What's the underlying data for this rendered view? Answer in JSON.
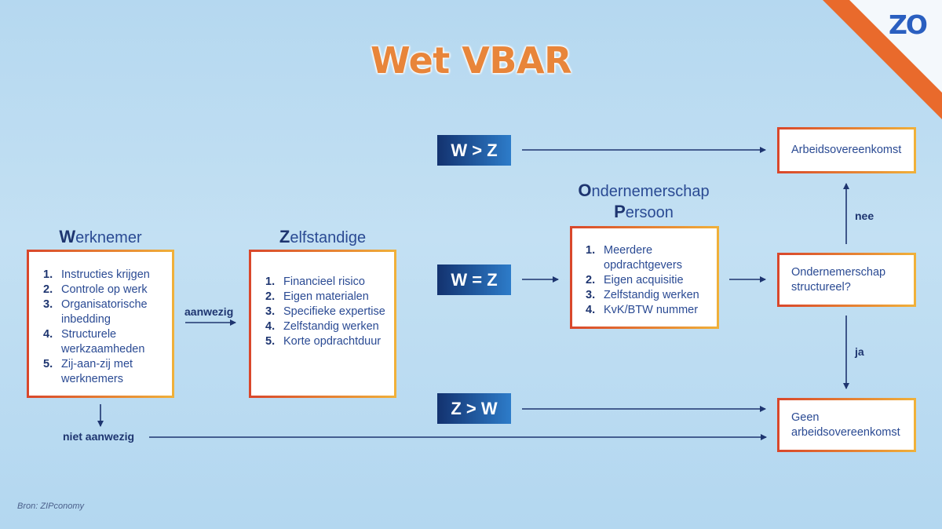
{
  "logo": "ZO",
  "title": "Wet VBAR",
  "werknemer": {
    "head_initial": "W",
    "head_rest": "erknemer",
    "items": [
      {
        "num": "1.",
        "text": "Instructies krijgen"
      },
      {
        "num": "2.",
        "text": "Controle op werk"
      },
      {
        "num": "3.",
        "text": "Organisatorische inbedding"
      },
      {
        "num": "4.",
        "text": "Structurele werkzaamheden"
      },
      {
        "num": "5.",
        "text": "Zij-aan-zij met werknemers"
      }
    ]
  },
  "zelfstandige": {
    "head_initial": "Z",
    "head_rest": "elfstandige",
    "items": [
      {
        "num": "1.",
        "text": "Financieel risico"
      },
      {
        "num": "2.",
        "text": "Eigen materialen"
      },
      {
        "num": "3.",
        "text": "Specifieke expertise"
      },
      {
        "num": "4.",
        "text": "Zelfstandig werken"
      },
      {
        "num": "5.",
        "text": "Korte opdrachtduur"
      }
    ]
  },
  "op": {
    "head_line1_initial": "O",
    "head_line1_rest": "ndernemerschap",
    "head_line2_initial": "P",
    "head_line2_rest": "ersoon",
    "items": [
      {
        "num": "1.",
        "text": "Meerdere opdrachtgevers"
      },
      {
        "num": "2.",
        "text": "Eigen acquisitie"
      },
      {
        "num": "3.",
        "text": "Zelfstandig werken"
      },
      {
        "num": "4.",
        "text": "KvK/BTW nummer"
      }
    ]
  },
  "comparisons": {
    "w_gt_z": "W > Z",
    "w_eq_z": "W = Z",
    "z_gt_w": "Z > W"
  },
  "results": {
    "arbeidsovereenkomst": "Arbeidsovereenkomst",
    "structureel": "Ondernemerschap structureel?",
    "geen": "Geen arbeidsovereenkomst"
  },
  "labels": {
    "aanwezig": "aanwezig",
    "niet_aanwezig": "niet aanwezig",
    "nee": "nee",
    "ja": "ja"
  },
  "source": "Bron: ZIPconomy",
  "colors": {
    "navy": "#1e3570",
    "orange": "#e8853a",
    "corner": "#e96a2c"
  }
}
